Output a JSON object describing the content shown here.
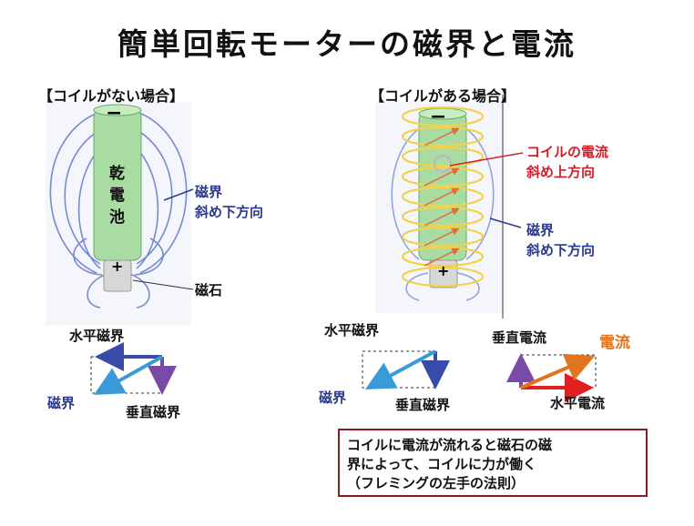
{
  "title": "簡単回転モーターの磁界と電流",
  "left": {
    "section_label": "【コイルがない場合】",
    "battery_chars": [
      "乾",
      "電",
      "池"
    ],
    "minus": "−",
    "plus": "+",
    "field_label_1": "磁界",
    "field_label_2": "斜め下方向",
    "magnet_label": "磁石",
    "vector": {
      "horizontal": "水平磁界",
      "result": "磁界",
      "vertical": "垂直磁界"
    }
  },
  "right": {
    "section_label": "【コイルがある場合】",
    "minus": "−",
    "plus": "+",
    "current_label_1": "コイルの電流",
    "current_label_2": "斜め上方向",
    "field_label_1": "磁界",
    "field_label_2": "斜め下方向",
    "field_vector": {
      "horizontal": "水平磁界",
      "result": "磁界",
      "vertical": "垂直磁界"
    },
    "current_vector": {
      "vertical": "垂直電流",
      "result": "電流",
      "horizontal": "水平電流"
    }
  },
  "note": {
    "line1": "コイルに電流が流れると磁石の磁",
    "line2": "界によって、コイルに力が働く",
    "line3": "（フレミングの左手の法則）"
  },
  "colors": {
    "battery": "#a8dca2",
    "field_lines": "#4a66c8",
    "coil": "#f2d24a",
    "current_arrow": "#e46a3a",
    "magnet": "#d8d8d8",
    "vector_blue": "#3a4aa8",
    "vector_light": "#3a9ad8",
    "vector_purple": "#7a4aa8",
    "vector_red": "#e02020",
    "vector_orange": "#e07420"
  }
}
